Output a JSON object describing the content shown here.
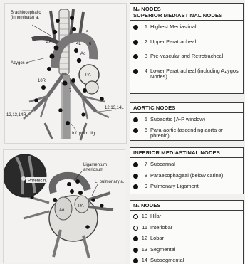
{
  "top_figure": {
    "labels": {
      "brachiocephalic": "Brachiocephalic",
      "innominate": "(innominate) a.",
      "azygos": "Azygos v.",
      "ao": "Ao",
      "pa": "PA",
      "left_numbers": "12,13,14R",
      "right_numbers": "12,13,14L",
      "inf_pulm": "Inf. pulm. lig.",
      "n_4r": "4R",
      "n_4l": "4L",
      "n_10": "10R",
      "n_7": "7",
      "n_5": "5",
      "n_6": "6"
    }
  },
  "bottom_figure": {
    "labels": {
      "phrenic": "Phrenic n.",
      "ligamentum": "Ligamentum",
      "arteriosum": "arteriosum",
      "lpa": "L. pulmonary a.",
      "ao": "Ao",
      "pa": "PA"
    }
  },
  "legend": {
    "n2": {
      "title_line1": "N₂ NODES",
      "title_line2": "SUPERIOR MEDIASTINAL NODES",
      "items": [
        {
          "number": "1",
          "label": "Highest Mediastinal",
          "marker": "filled"
        },
        {
          "number": "2",
          "label": "Upper Paratracheal",
          "marker": "filled"
        },
        {
          "number": "3",
          "label": "Pre-vascular and Retrotracheal",
          "marker": "filled"
        },
        {
          "number": "4",
          "label": "Lower Paratracheal (including Azygos Nodes)",
          "marker": "filled"
        }
      ]
    },
    "aortic": {
      "title": "AORTIC NODES",
      "items": [
        {
          "number": "5",
          "label": "Subaortic (A-P window)",
          "marker": "filled"
        },
        {
          "number": "6",
          "label": "Para-aortic (ascending aorta or phrenic)",
          "marker": "filled"
        }
      ]
    },
    "inferior": {
      "title": "INFERIOR MEDIASTINAL NODES",
      "items": [
        {
          "number": "7",
          "label": "Subcarinal",
          "marker": "filled"
        },
        {
          "number": "8",
          "label": "Paraesophageal (below carina)",
          "marker": "filled"
        },
        {
          "number": "9",
          "label": "Pulmonary Ligament",
          "marker": "filled"
        }
      ]
    },
    "n1": {
      "title": "N₁ NODES",
      "items": [
        {
          "number": "10",
          "label": "Hilar",
          "marker": "open"
        },
        {
          "number": "11",
          "label": "Interlobar",
          "marker": "open"
        },
        {
          "number": "12",
          "label": "Lobar",
          "marker": "filled"
        },
        {
          "number": "13",
          "label": "Segmental",
          "marker": "filled"
        },
        {
          "number": "14",
          "label": "Subsegmental",
          "marker": "filled"
        }
      ]
    }
  }
}
